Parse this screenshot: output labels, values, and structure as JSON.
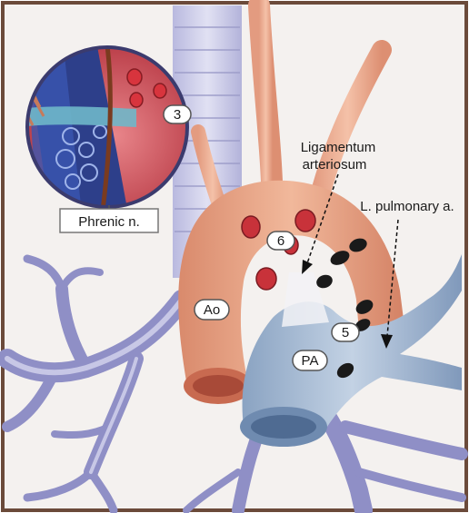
{
  "labels": {
    "node3": "3",
    "node6": "6",
    "node5": "5",
    "ao": "Ao",
    "pa": "PA",
    "phrenic": "Phrenic n.",
    "ligamentum_line1": "Ligamentum",
    "ligamentum_line2": "arteriosum",
    "l_pulmonary": "L. pulmonary a."
  },
  "colors": {
    "border": "#6b4a3a",
    "background": "#f4f1ef",
    "aorta": "#e8a98a",
    "pulmonary_artery": "#9fb5cf",
    "trachea": "#c9c9e6",
    "bronchi": "#8f8fc6",
    "node_red": "#c8323a",
    "node_black": "#1a1a1a",
    "inset_border": "#3b3b6e"
  }
}
